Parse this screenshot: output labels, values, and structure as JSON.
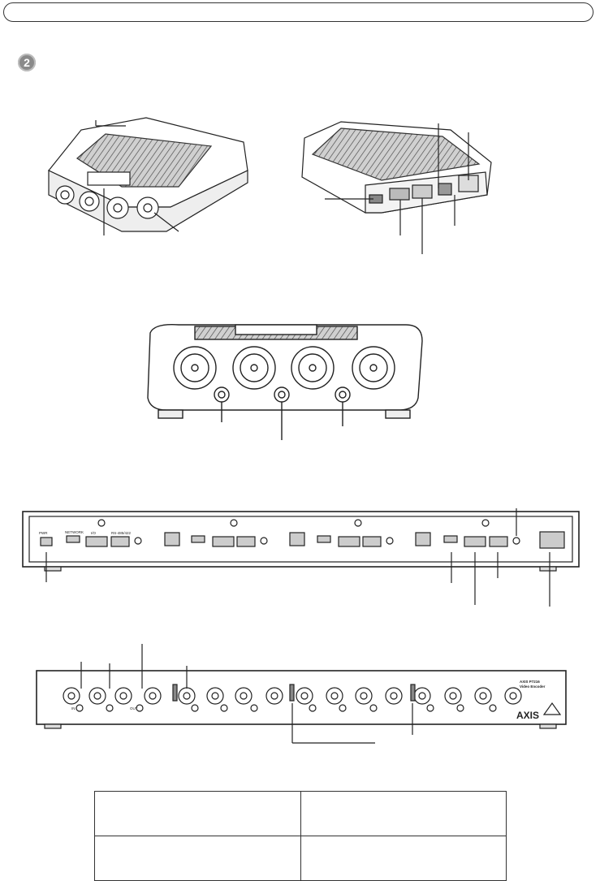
{
  "page": {
    "step_number": "2",
    "header_text": ""
  },
  "figures": [
    {
      "id": "front-unit"
    },
    {
      "id": "rear-unit"
    },
    {
      "id": "front-closeup"
    },
    {
      "id": "rack-rear-panel"
    },
    {
      "id": "rack-front-panel"
    }
  ],
  "panel_labels": {
    "pwr": "PWR",
    "network": "NETWORK",
    "io": "I/O",
    "rs": "RS-485/422",
    "in": "IN",
    "out": "OUT",
    "brand": "AXIS",
    "model": "AXIS P7216",
    "model_sub": "Video Encoder"
  },
  "legend_table": {
    "rows": [
      [
        "",
        ""
      ],
      [
        "",
        ""
      ]
    ]
  }
}
